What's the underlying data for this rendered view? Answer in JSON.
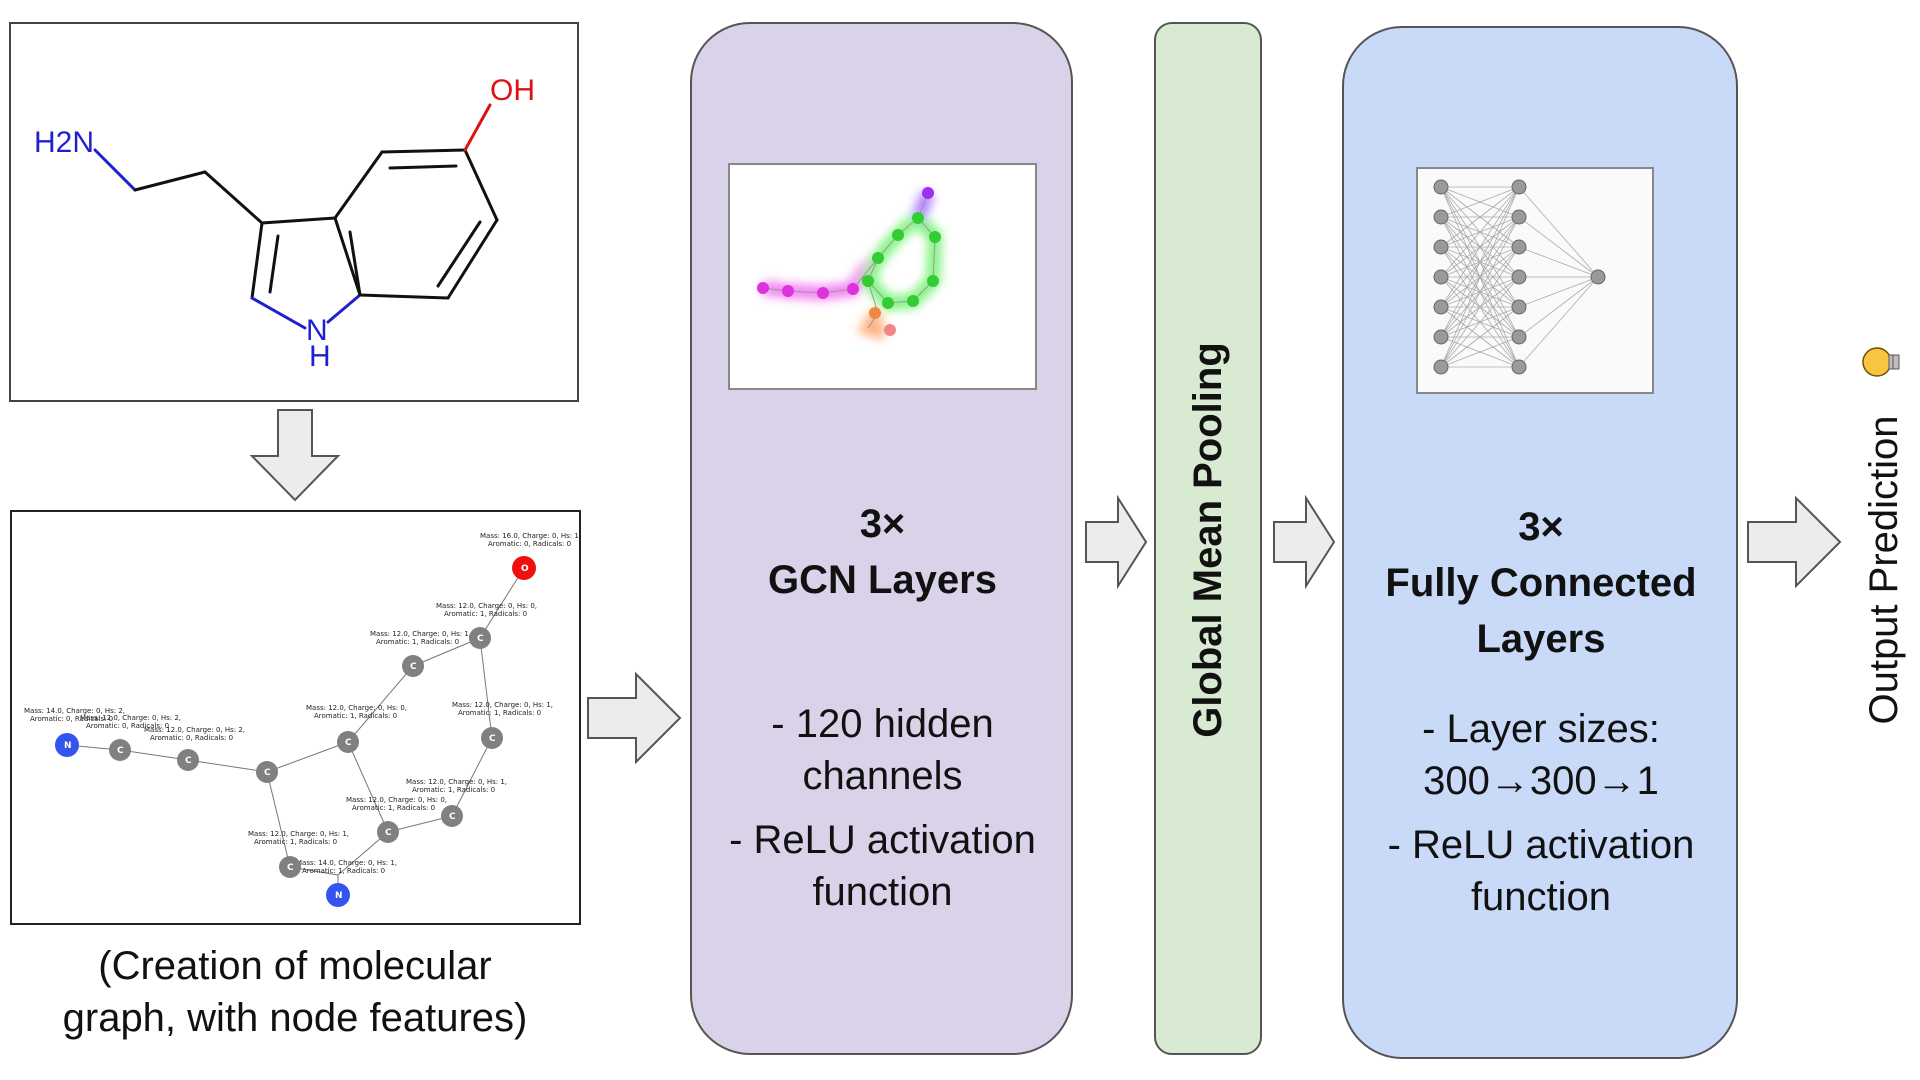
{
  "molecule": {
    "atoms": {
      "amine": "H2N",
      "hydroxyl": "OH",
      "ring_nh_n": "N",
      "ring_nh_h": "H"
    },
    "colors": {
      "nitrogen": "#1f1fd1",
      "oxygen": "#e01010",
      "carbon": "#111111"
    }
  },
  "mol_graph": {
    "node_labels": {
      "n": "N",
      "c": "C",
      "o": "O"
    },
    "node_colors": {
      "n": "#3355ee",
      "c": "#808080",
      "o": "#ee1111"
    }
  },
  "caption": {
    "line1": "(Creation of molecular",
    "line2": "graph, with node features)"
  },
  "gcn": {
    "count": "3×",
    "title": "GCN Layers",
    "bullet1_line1": "- 120 hidden",
    "bullet1_line2": "channels",
    "bullet2_line1": "- ReLU activation",
    "bullet2_line2": "function",
    "panel_color": "#d9d2e9"
  },
  "pooling": {
    "title": "Global Mean Pooling",
    "panel_color": "#d9ead3"
  },
  "fc": {
    "count": "3×",
    "title_line1": "Fully Connected",
    "title_line2": "Layers",
    "bullet1_line1": "- Layer sizes:",
    "bullet1_line2": "300→300→1",
    "bullet2_line1": "- ReLU activation",
    "bullet2_line2": "function",
    "panel_color": "#c9daf8"
  },
  "output": {
    "label": "Output Prediction",
    "icon": "lightbulb-icon"
  }
}
